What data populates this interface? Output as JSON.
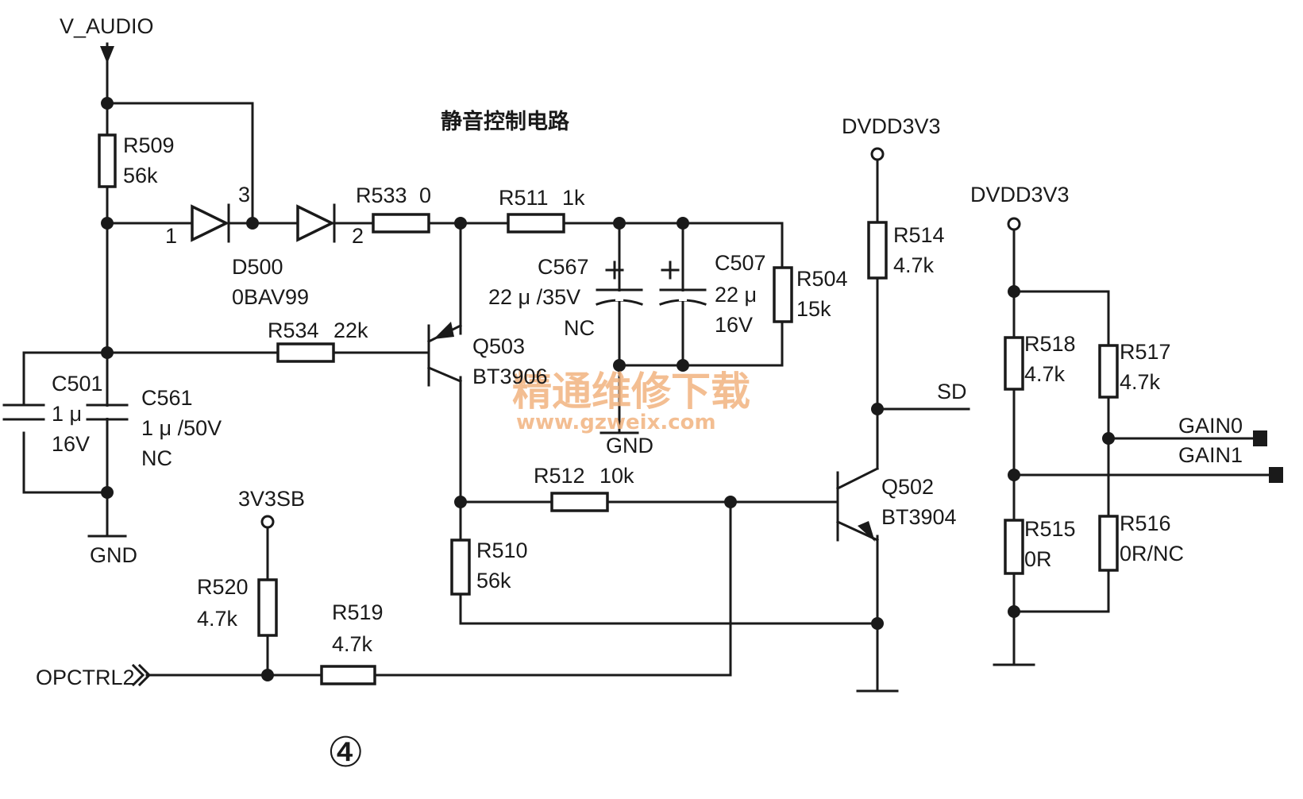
{
  "title": "静音控制电路",
  "figure_number": "④",
  "watermark": {
    "text": "精通维修下载",
    "url": "www.gzweix.com"
  },
  "nets": {
    "v_audio": "V_AUDIO",
    "dvdd_1": "DVDD3V3",
    "dvdd_2": "DVDD3V3",
    "v3v3sb": "3V3SB",
    "sd": "SD",
    "gain0": "GAIN0",
    "gain1": "GAIN1",
    "opctrl2": "OPCTRL2",
    "gnd_left": "GND",
    "gnd_center": "GND"
  },
  "components": {
    "r509": {
      "ref": "R509",
      "value": "56k"
    },
    "d500": {
      "ref": "D500",
      "value": "0BAV99",
      "pin1": "1",
      "pin2": "2",
      "pin3": "3"
    },
    "r533": {
      "ref": "R533",
      "value": "0"
    },
    "r511": {
      "ref": "R511",
      "value": "1k"
    },
    "c567": {
      "ref": "C567",
      "value": "22 μ /35V",
      "note": "NC"
    },
    "c507": {
      "ref": "C507",
      "value": "22 μ",
      "voltage": "16V"
    },
    "r504": {
      "ref": "R504",
      "value": "15k"
    },
    "r534": {
      "ref": "R534",
      "value": "22k"
    },
    "q503": {
      "ref": "Q503",
      "value": "BT3906"
    },
    "c501": {
      "ref": "C501",
      "value": "1 μ",
      "voltage": "16V"
    },
    "c561": {
      "ref": "C561",
      "value": "1 μ /50V",
      "note": "NC"
    },
    "r512": {
      "ref": "R512",
      "value": "10k"
    },
    "r510": {
      "ref": "R510",
      "value": "56k"
    },
    "r520": {
      "ref": "R520",
      "value": "4.7k"
    },
    "r519": {
      "ref": "R519",
      "value": "4.7k"
    },
    "r514": {
      "ref": "R514",
      "value": "4.7k"
    },
    "q502": {
      "ref": "Q502",
      "value": "BT3904"
    },
    "r518": {
      "ref": "R518",
      "value": "4.7k"
    },
    "r517": {
      "ref": "R517",
      "value": "4.7k"
    },
    "r515": {
      "ref": "R515",
      "value": "0R"
    },
    "r516": {
      "ref": "R516",
      "value": "0R/NC"
    }
  }
}
